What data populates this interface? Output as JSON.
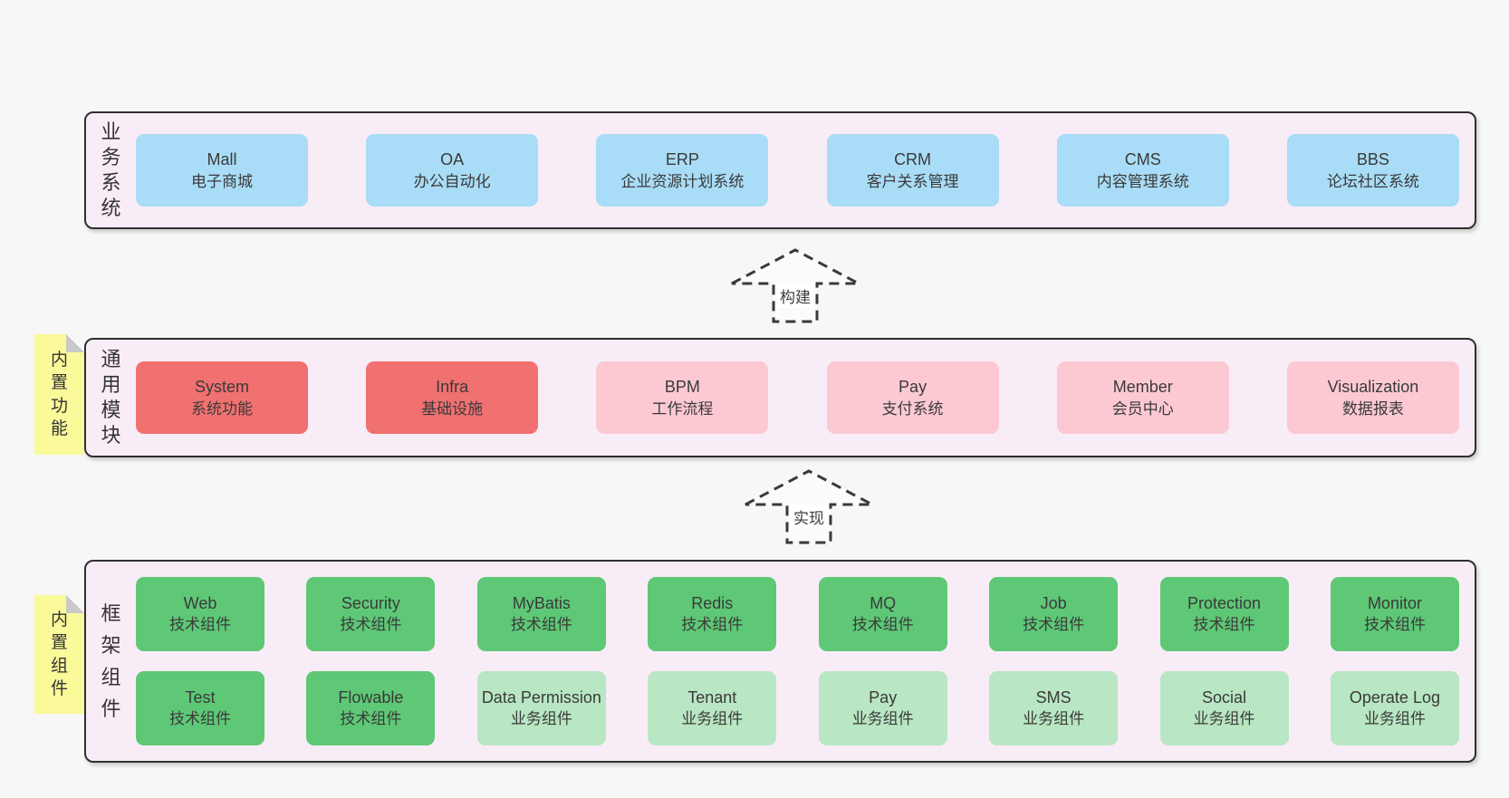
{
  "colors": {
    "page_bg": "#f7f7f7",
    "band_bg": "#f8edf6",
    "band_border": "#2f2f2f",
    "box_blue": "#a9dcf6",
    "box_red": "#f17070",
    "box_pink": "#fcc9d3",
    "box_green": "#5ec876",
    "box_green_light": "#b9e6c3",
    "sticky_yellow": "#fafa9b",
    "sticky_fold": "#c9c9c9",
    "text": "#3a3a3a",
    "arrow_line": "#3a3a3a"
  },
  "arrows": {
    "build_label": "构建",
    "implement_label": "实现"
  },
  "bands": {
    "business": {
      "label": "业务系统",
      "items": [
        {
          "title": "Mall",
          "subtitle": "电子商城"
        },
        {
          "title": "OA",
          "subtitle": "办公自动化"
        },
        {
          "title": "ERP",
          "subtitle": "企业资源计划系统"
        },
        {
          "title": "CRM",
          "subtitle": "客户关系管理"
        },
        {
          "title": "CMS",
          "subtitle": "内容管理系统"
        },
        {
          "title": "BBS",
          "subtitle": "论坛社区系统"
        }
      ]
    },
    "modules": {
      "label": "通用模块",
      "sticky_label": "内置功能",
      "items": [
        {
          "title": "System",
          "subtitle": "系统功能"
        },
        {
          "title": "Infra",
          "subtitle": "基础设施"
        },
        {
          "title": "BPM",
          "subtitle": "工作流程"
        },
        {
          "title": "Pay",
          "subtitle": "支付系统"
        },
        {
          "title": "Member",
          "subtitle": "会员中心"
        },
        {
          "title": "Visualization",
          "subtitle": "数据报表"
        }
      ]
    },
    "components": {
      "label": "框架组件",
      "sticky_label": "内置组件",
      "row1": [
        {
          "title": "Web",
          "subtitle": "技术组件"
        },
        {
          "title": "Security",
          "subtitle": "技术组件"
        },
        {
          "title": "MyBatis",
          "subtitle": "技术组件"
        },
        {
          "title": "Redis",
          "subtitle": "技术组件"
        },
        {
          "title": "MQ",
          "subtitle": "技术组件"
        },
        {
          "title": "Job",
          "subtitle": "技术组件"
        },
        {
          "title": "Protection",
          "subtitle": "技术组件"
        },
        {
          "title": "Monitor",
          "subtitle": "技术组件"
        }
      ],
      "row2": [
        {
          "title": "Test",
          "subtitle": "技术组件"
        },
        {
          "title": "Flowable",
          "subtitle": "技术组件"
        },
        {
          "title": "Data Permission",
          "subtitle": "业务组件"
        },
        {
          "title": "Tenant",
          "subtitle": "业务组件"
        },
        {
          "title": "Pay",
          "subtitle": "业务组件"
        },
        {
          "title": "SMS",
          "subtitle": "业务组件"
        },
        {
          "title": "Social",
          "subtitle": "业务组件"
        },
        {
          "title": "Operate Log",
          "subtitle": "业务组件"
        }
      ]
    }
  }
}
